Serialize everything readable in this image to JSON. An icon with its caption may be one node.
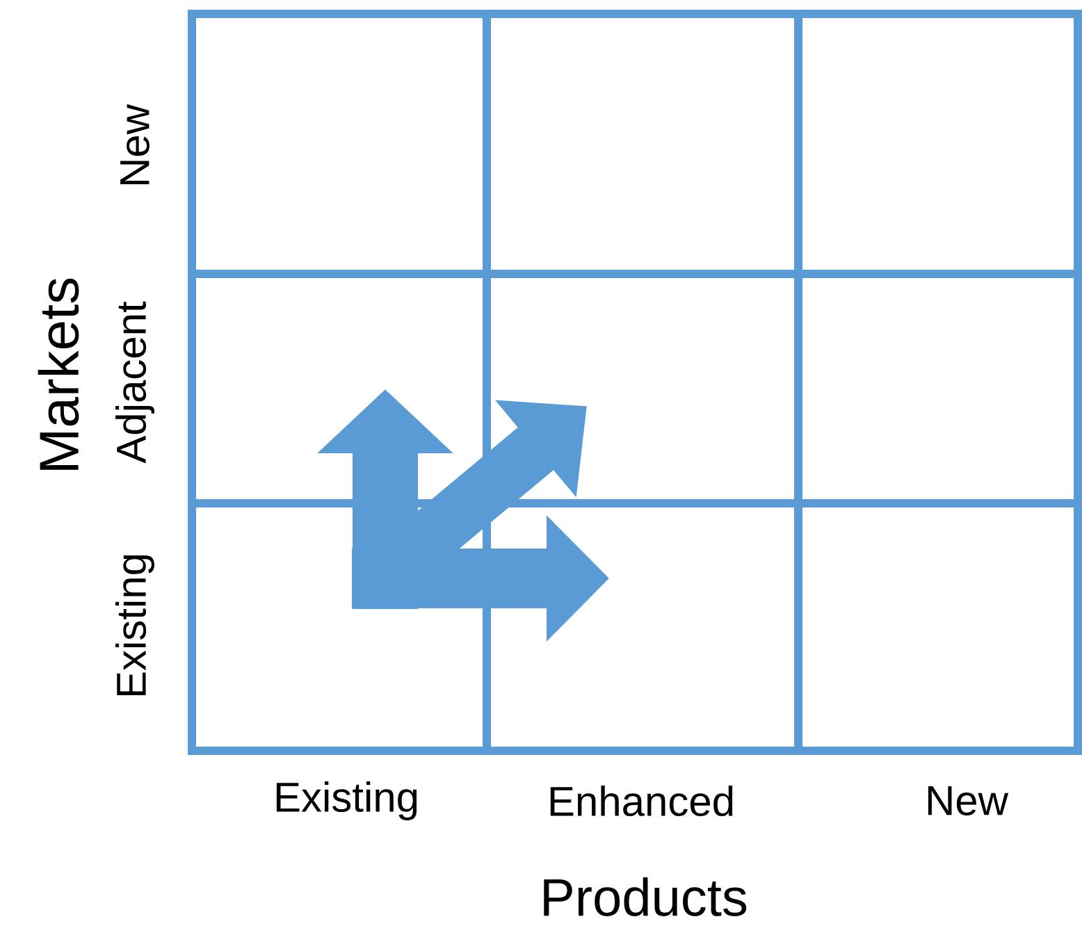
{
  "diagram": {
    "labels": [
      "Markets",
      "New",
      "Adjacent",
      "Existing",
      "Existing",
      "Enhanced",
      "New",
      "Products"
    ]
  }
}
